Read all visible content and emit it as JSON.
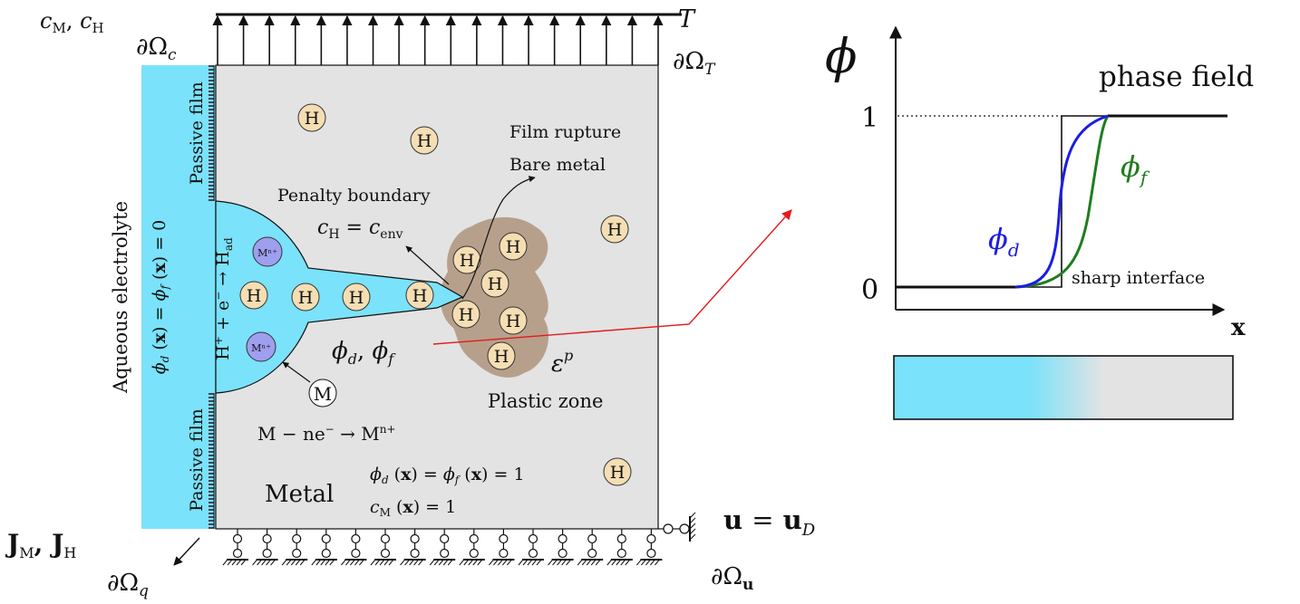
{
  "labels": {
    "c_m_c_h": "c_M, c_H",
    "domega_c": "∂Ω_c",
    "t": "T",
    "domega_t": "∂Ω_T",
    "j_flux": "J_M, J_H",
    "domega_q": "∂Ω_q",
    "u_eq_ud": "u = u_D",
    "domega_u": "∂Ω_u",
    "passive_film_top": "Passive film",
    "passive_film_bottom": "Passive film",
    "aqueous_electrolyte": "Aqueous electrolyte",
    "phi_electrolyte": "ϕ_d (x) = ϕ_f (x) = 0",
    "hydrogen_reaction": "H⁺ + e⁻ → H_ad",
    "metal_ion": "Mⁿ⁺",
    "hydrogen_symbol": "H",
    "metal_symbol": "M",
    "film_rupture": "Film rupture",
    "bare_metal": "Bare metal",
    "penalty_boundary": "Penalty boundary",
    "c_h_env": "c_H = c_env",
    "phi_d_phi_f": "ϕ_d, ϕ_f",
    "eps_p": "ε^p",
    "plastic_zone": "Plastic zone",
    "metal_reaction": "M − ne⁻ → Mⁿ⁺",
    "metal": "Metal",
    "phi_metal": "ϕ_d (x) = ϕ_f (x) = 1",
    "c_m_metal": "c_M (x) = 1"
  },
  "chart": {
    "y_axis_symbol": "ϕ",
    "x_axis_symbol": "x",
    "title": "phase field",
    "tick_1": "1",
    "tick_0": "0",
    "phi_d_label": "ϕ_d",
    "phi_f_label": "ϕ_f",
    "sharp_label": "sharp interface"
  },
  "colors": {
    "electrolyte": "#7ae2fa",
    "metal": "#e3e3e3",
    "plastic": "#b49c86",
    "hydrogen": "#f5deb3",
    "metal_ion": "#9f9ff0",
    "phi_d_curve": "#1c1ce6",
    "phi_f_curve": "#1e7d1e",
    "arrow_red": "#e31a1a"
  }
}
